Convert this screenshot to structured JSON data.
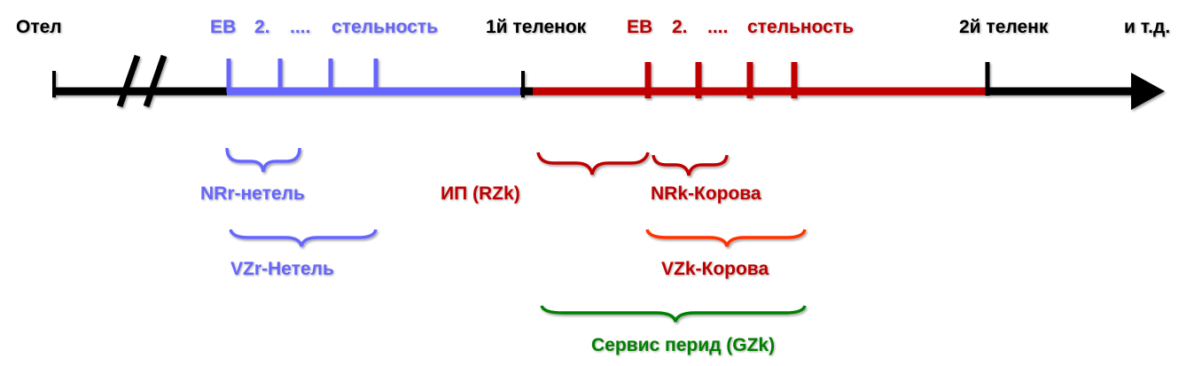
{
  "colors": {
    "black": "#000000",
    "heifer_blue": "#6666ff",
    "cow_red": "#c00000",
    "vzk_orange": "#ff3300",
    "service_green": "#008000"
  },
  "timeline": {
    "start_label": "Отел",
    "heifer_label_1": "ЕВ",
    "heifer_label_2": "2.",
    "heifer_label_3": "....",
    "heifer_label_4": "стельность",
    "first_calf_label": "1й теленок",
    "cow_label_1": "ЕВ",
    "cow_label_2": "2.",
    "cow_label_3": "....",
    "cow_label_4": "стельность",
    "second_calf_label": "2й теленк",
    "etc_label": "и т.д."
  },
  "periods": {
    "nrr": "NRr-нетель",
    "vzr": "VZr-Нетель",
    "ip": "ИП (RZk)",
    "nrk": "NRk-Корова",
    "vzk": "VZk-Корова",
    "gzk": "Сервис перид (GZk)"
  }
}
